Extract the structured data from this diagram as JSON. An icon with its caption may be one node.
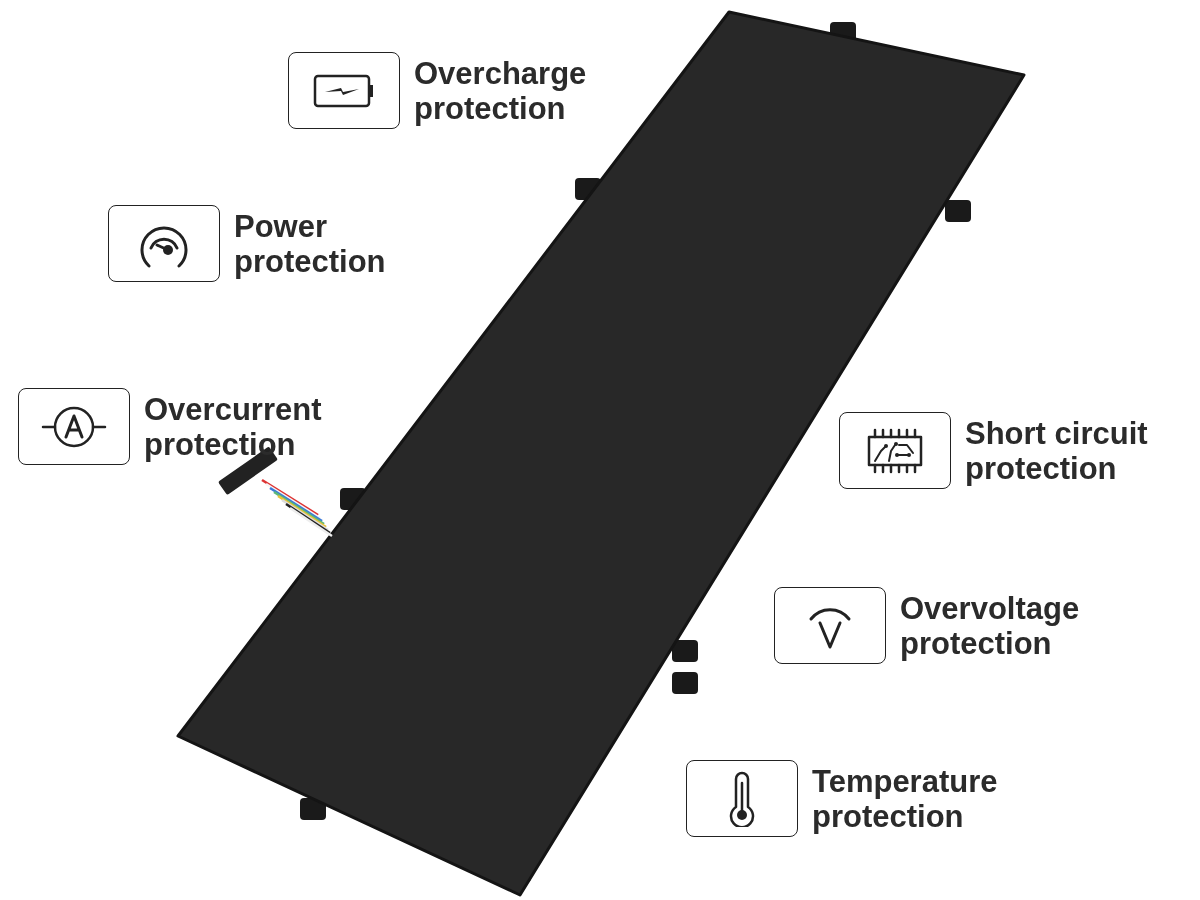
{
  "diagram": {
    "nodes": [
      {
        "text": [
          "Overcharge protection"
        ]
      },
      {
        "text": [
          "Power protection"
        ]
      },
      {
        "text": [
          "Overcurrent protection"
        ]
      },
      {
        "text": [
          "Short circuit protection"
        ]
      },
      {
        "text": [
          "Overvoltage protection"
        ]
      },
      {
        "text": [
          "Temperature protection"
        ]
      }
    ]
  }
}
